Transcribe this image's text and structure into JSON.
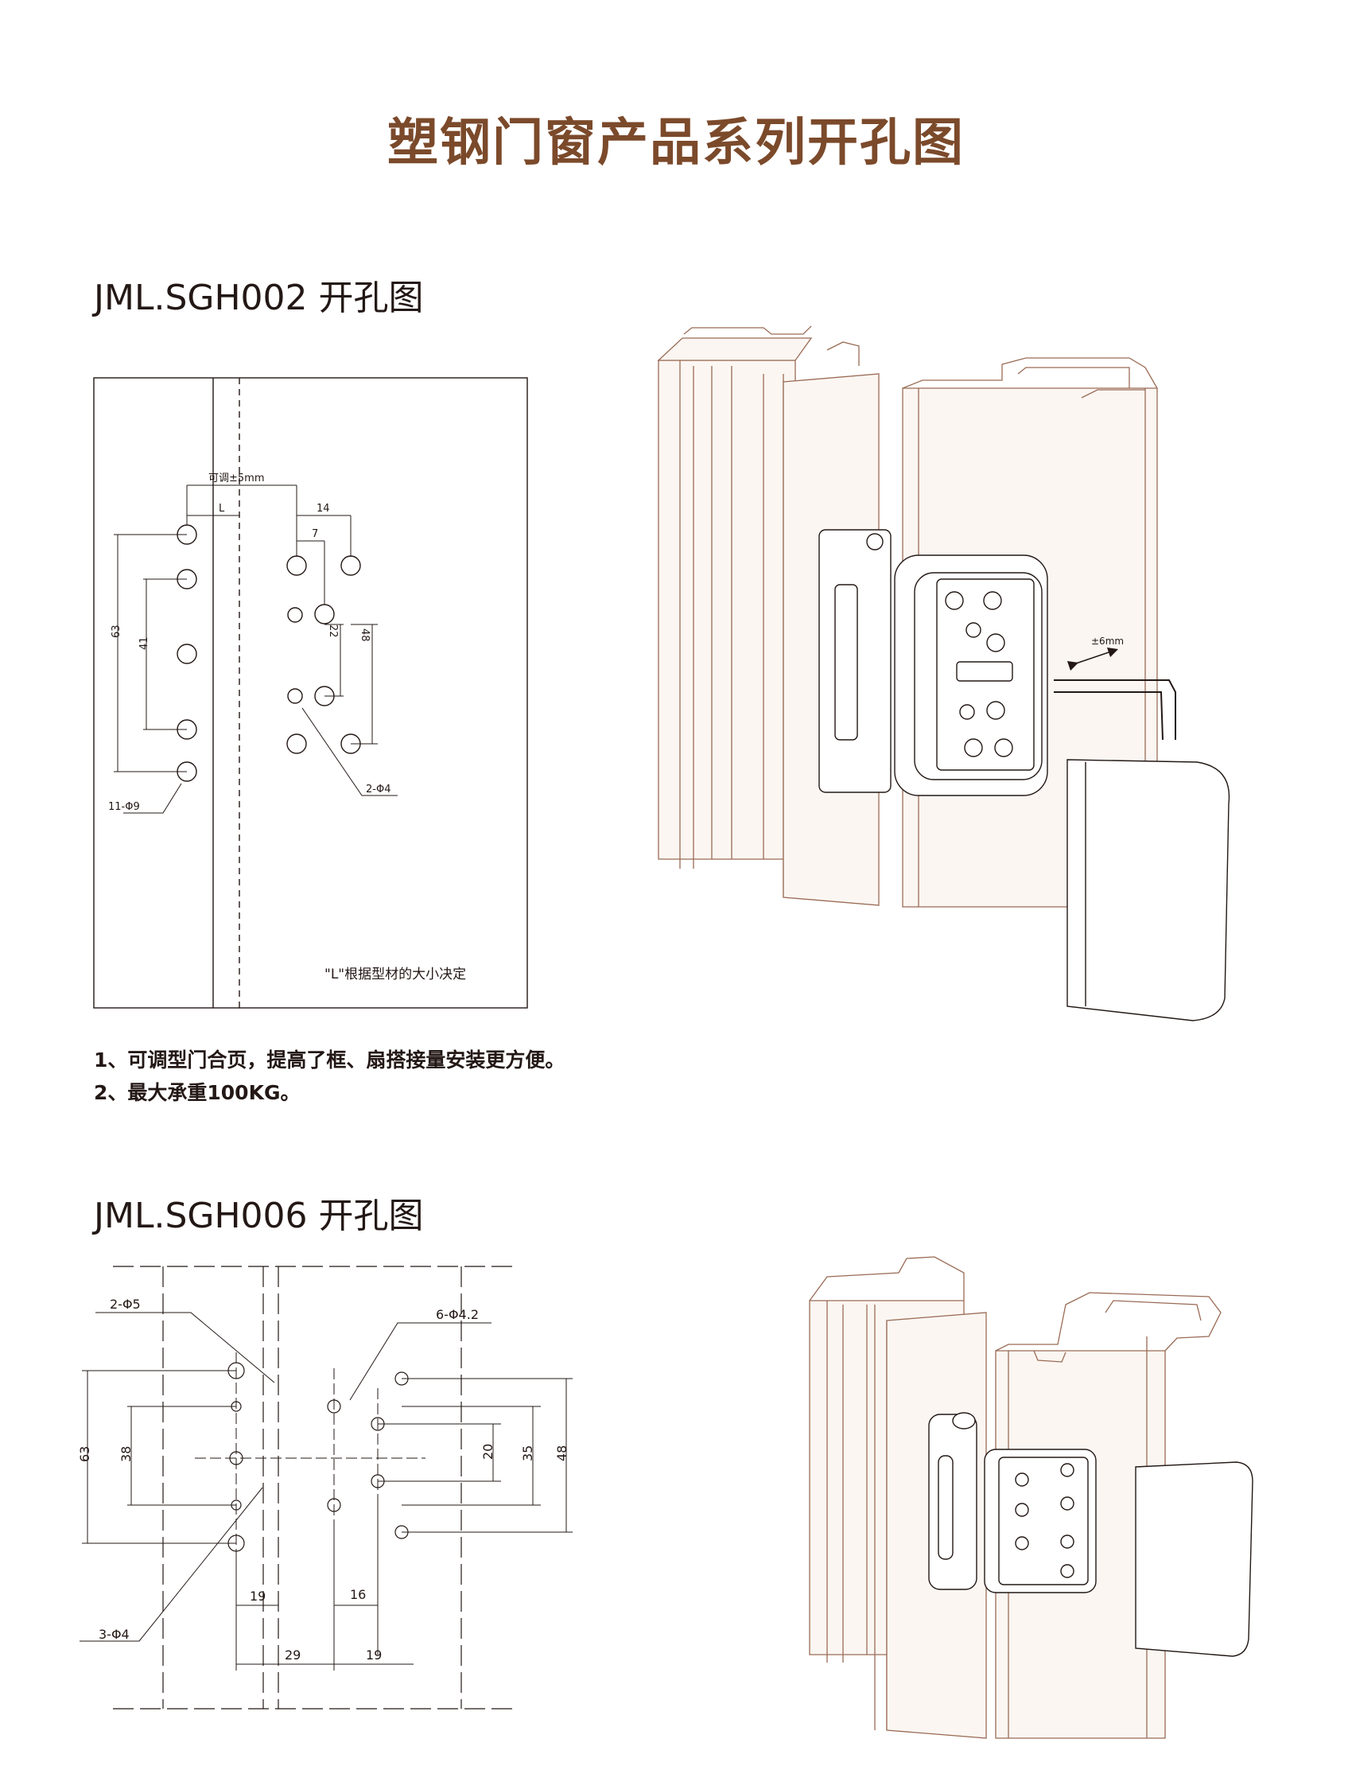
{
  "page_title": "塑钢门窗产品系列开孔图",
  "sections": [
    {
      "title": "JML.SGH002 开孔图",
      "drawing": {
        "labels": {
          "adjust": "可调±5mm",
          "L": "L",
          "d14": "14",
          "d7": "7",
          "d63": "63",
          "d41": "41",
          "d22": "22",
          "d48": "48",
          "holes_large": "11-Φ9",
          "holes_small": "2-Φ4",
          "note": "\"L\"根据型材的大小决定"
        },
        "adjust_arrow": "±6mm"
      },
      "notes": [
        "1、可调型门合页，提高了框、扇搭接量安装更方便。",
        "2、最大承重100KG。"
      ]
    },
    {
      "title": "JML.SGH006 开孔图",
      "drawing": {
        "labels": {
          "holes_left": "2-Φ5",
          "holes_right": "6-Φ4.2",
          "holes_small": "3-Φ4",
          "d63": "63",
          "d38": "38",
          "d20": "20",
          "d35": "35",
          "d48": "48",
          "d19a": "19",
          "d16": "16",
          "d29": "29",
          "d19b": "19"
        }
      }
    }
  ],
  "colors": {
    "title": "#7b4a2b",
    "profile": "#9a6b55",
    "profile_fill": "#fbf6f2",
    "line": "#231815"
  }
}
